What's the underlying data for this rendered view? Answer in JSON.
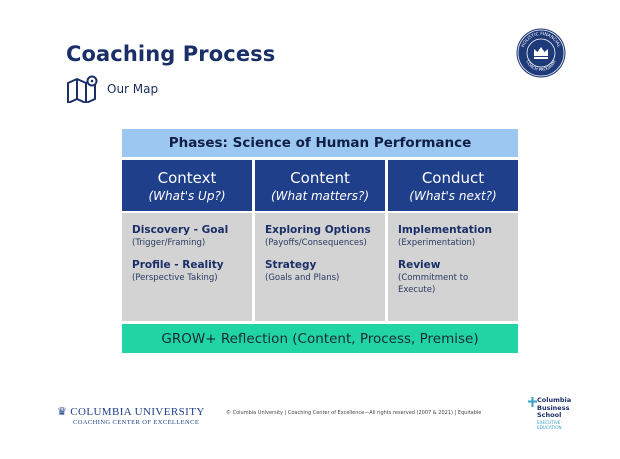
{
  "header": {
    "title": "Coaching Process",
    "subtitle": "Our Map"
  },
  "seal": {
    "ring_text": "HOLISTIC FINANCIAL COACH PROGRAM"
  },
  "phases_banner": "Phases: Science of Human Performance",
  "columns": [
    {
      "heading": "Context",
      "question": "(What's Up?)",
      "items": [
        {
          "title": "Discovery - Goal",
          "sub": "(Trigger/Framing)"
        },
        {
          "title": "Profile - Reality",
          "sub": "(Perspective Taking)"
        }
      ]
    },
    {
      "heading": "Content",
      "question": "(What matters?)",
      "items": [
        {
          "title": "Exploring Options",
          "sub": "(Payoffs/Consequences)"
        },
        {
          "title": "Strategy",
          "sub": "(Goals and Plans)"
        }
      ]
    },
    {
      "heading": "Conduct",
      "question": "(What's next?)",
      "items": [
        {
          "title": "Implementation",
          "sub": "(Experimentation)"
        },
        {
          "title": "Review",
          "sub": "(Commitment to",
          "sub2": "Execute)"
        }
      ]
    }
  ],
  "grow_banner": "GROW+ Reflection (Content, Process, Premise)",
  "footer": {
    "university_line1": "COLUMBIA UNIVERSITY",
    "university_line2": "COACHING CENTER OF EXCELLENCE",
    "copyright": "© Columbia University | Coaching Center of Excellence—All rights reserved (2007 & 2021) | Equitable",
    "cbs_line1": "Columbia",
    "cbs_line2": "Business",
    "cbs_line3": "School",
    "cbs_small1": "EXECUTIVE",
    "cbs_small2": "EDUCATION"
  },
  "colors": {
    "navy": "#1f3f8a",
    "light_blue": "#9cc7f0",
    "gray": "#d3d3d3",
    "teal": "#21d4a3"
  }
}
